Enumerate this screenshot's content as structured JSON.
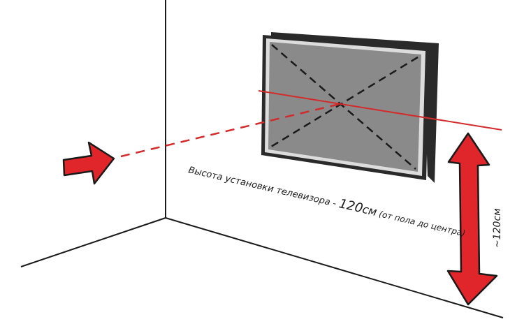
{
  "colors": {
    "background": "#ffffff",
    "wall_lines": "#1a1a1a",
    "tv_frame": "#2a2a2a",
    "tv_bezel": "#dcdcdc",
    "tv_screen": "#8a8a8a",
    "accent_red": "#d42a2a",
    "arrow_fill": "#e0262a"
  },
  "icons": {
    "eye_level_arrow": "right-arrow-icon",
    "height_arrow": "double-vertical-arrow-icon"
  },
  "labels": {
    "mounting_height": "Высота установки телевизора - ",
    "mounting_value": "120",
    "mounting_unit": "см",
    "mounting_note": " (от пола до центра)",
    "vertical_height": "~120см"
  }
}
